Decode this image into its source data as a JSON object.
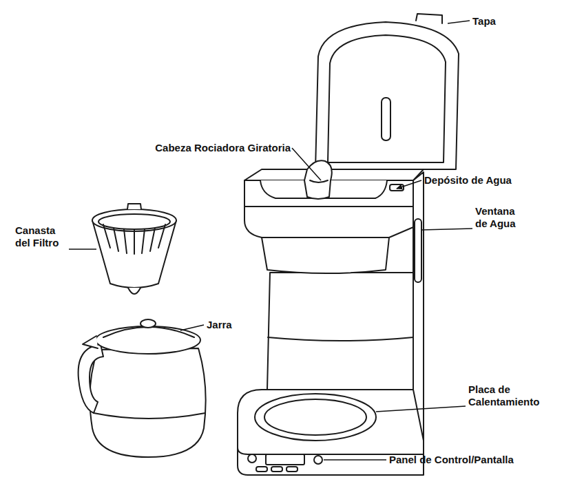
{
  "diagram": {
    "labels": [
      "Tapa",
      "Cabeza Rociadora Giratoria",
      "Depósito de Agua",
      "Ventana de Agua",
      "Canasta del Filtro",
      "Jarra",
      "Placa de Calentamiento",
      "Panel de Control/Pantalla"
    ]
  }
}
